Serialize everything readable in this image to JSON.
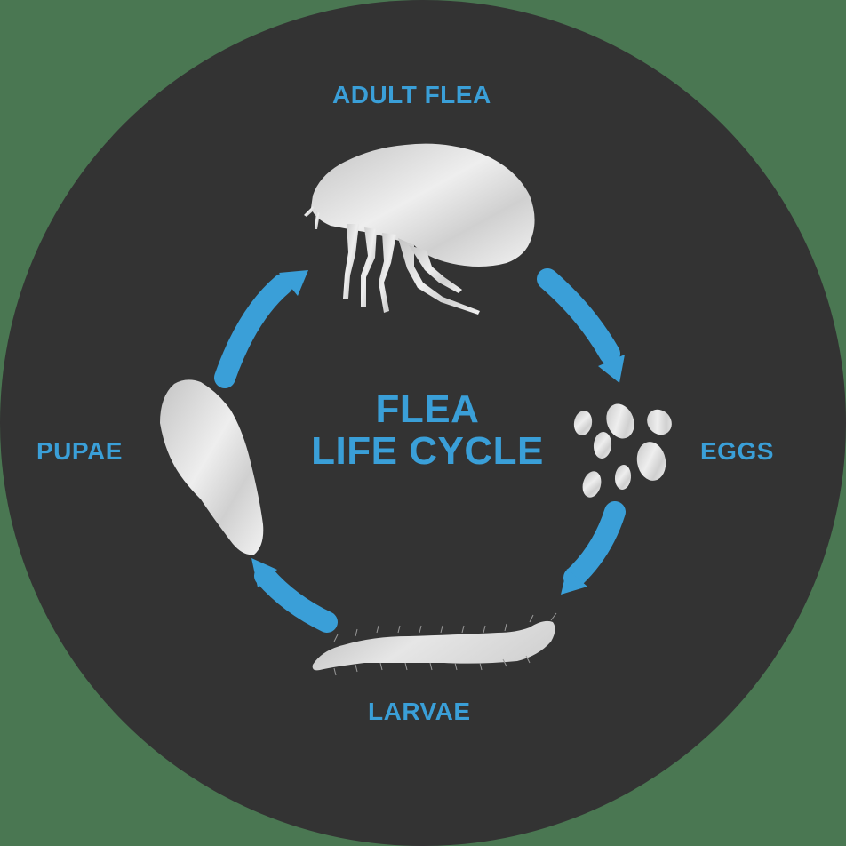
{
  "diagram": {
    "title_line1": "FLEA",
    "title_line2": "LIFE CYCLE",
    "stages": [
      {
        "id": "adult",
        "label": "ADULT FLEA",
        "icon": "adult-flea-icon"
      },
      {
        "id": "eggs",
        "label": "EGGS",
        "icon": "eggs-icon"
      },
      {
        "id": "larvae",
        "label": "LARVAE",
        "icon": "larvae-icon"
      },
      {
        "id": "pupae",
        "label": "PUPAE",
        "icon": "pupae-icon"
      }
    ],
    "flow": [
      "adult -> eggs",
      "eggs -> larvae",
      "larvae -> pupae",
      "pupae -> adult"
    ]
  },
  "colors": {
    "background": "#4a7752",
    "disc": "#333333",
    "accent": "#3a9fd8",
    "silhouette": "#d8d8d8"
  }
}
